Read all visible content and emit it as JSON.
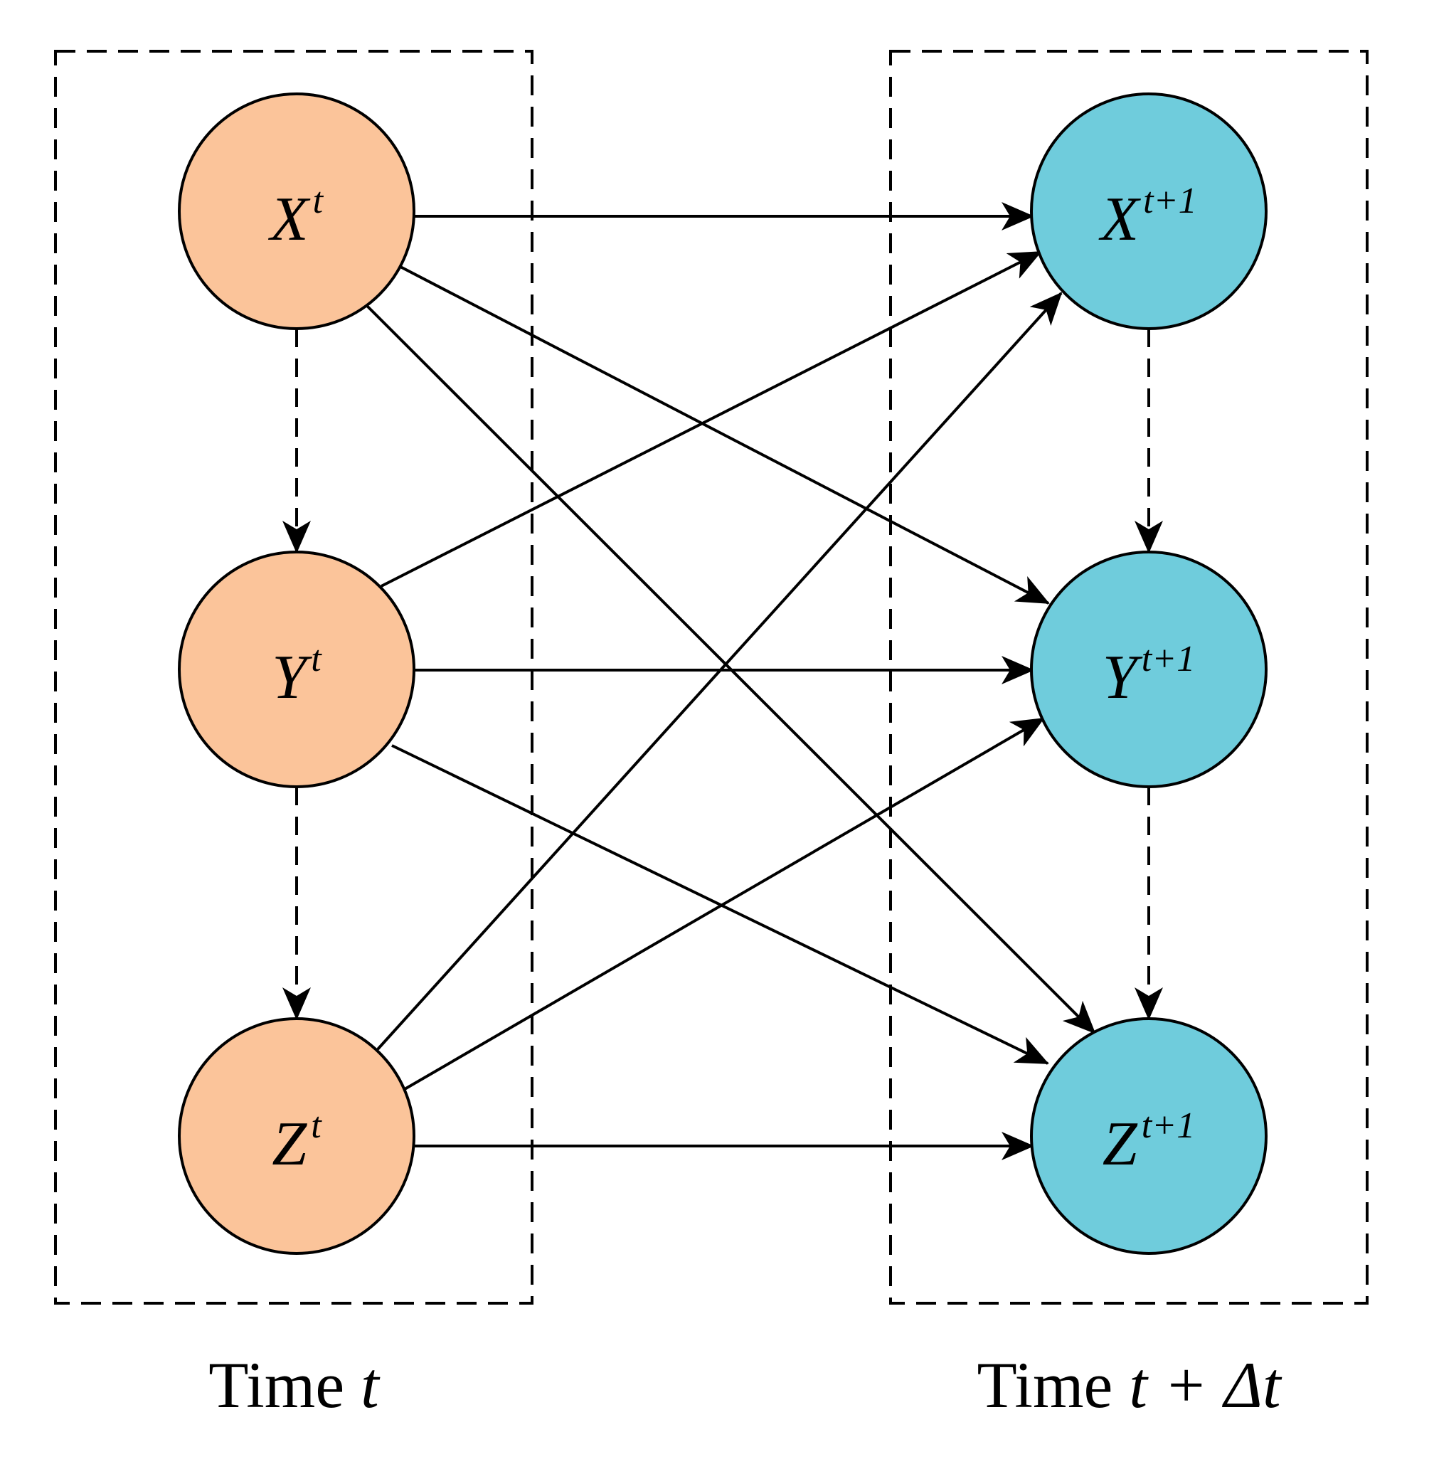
{
  "colors": {
    "left_node_fill": "#FBC49A",
    "right_node_fill": "#6FCCDC",
    "stroke": "#000000"
  },
  "groups": {
    "left": {
      "caption_main": "Time ",
      "caption_var": "t"
    },
    "right": {
      "caption_main": "Time ",
      "caption_var": "t + Δt"
    }
  },
  "nodes": {
    "xt": {
      "base": "X",
      "sup": "t"
    },
    "yt": {
      "base": "Y",
      "sup": "t"
    },
    "zt": {
      "base": "Z",
      "sup": "t"
    },
    "xt1": {
      "base": "X",
      "sup": "t+1"
    },
    "yt1": {
      "base": "Y",
      "sup": "t+1"
    },
    "zt1": {
      "base": "Z",
      "sup": "t+1"
    }
  }
}
